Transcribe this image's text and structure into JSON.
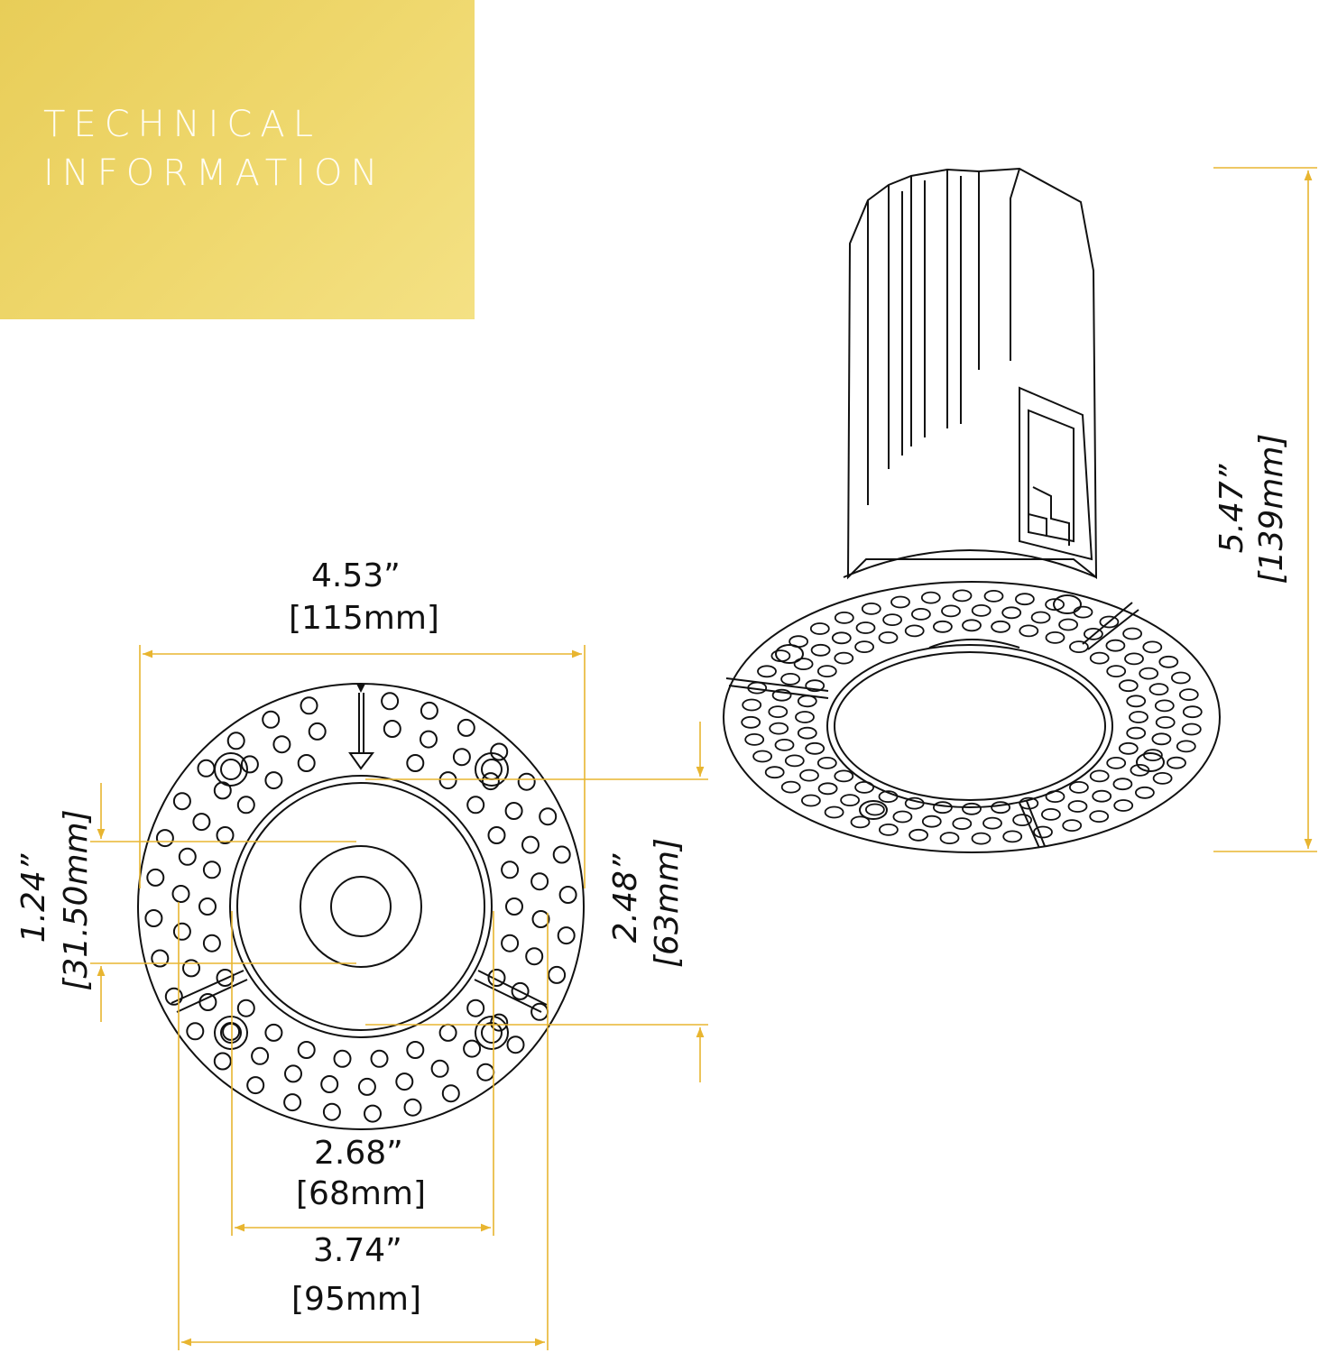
{
  "banner": {
    "line1": "TECHNICAL",
    "line2": "INFORMATION"
  },
  "dimensions": {
    "outer_diameter": {
      "imperial": "4.53”",
      "metric": "[115mm]"
    },
    "aperture_inner": {
      "imperial": "2.68”",
      "metric": "[68mm]"
    },
    "cutout": {
      "imperial": "3.74”",
      "metric": "[95mm]"
    },
    "lens": {
      "imperial": "1.24”",
      "metric": "[31.50mm]"
    },
    "aperture_height": {
      "imperial": "2.48”",
      "metric": "[63mm]"
    },
    "total_height": {
      "imperial": "5.47”",
      "metric": "[139mm]"
    }
  },
  "colors": {
    "accent": "#e8b530",
    "banner": "#efd86e",
    "line": "#111111"
  }
}
